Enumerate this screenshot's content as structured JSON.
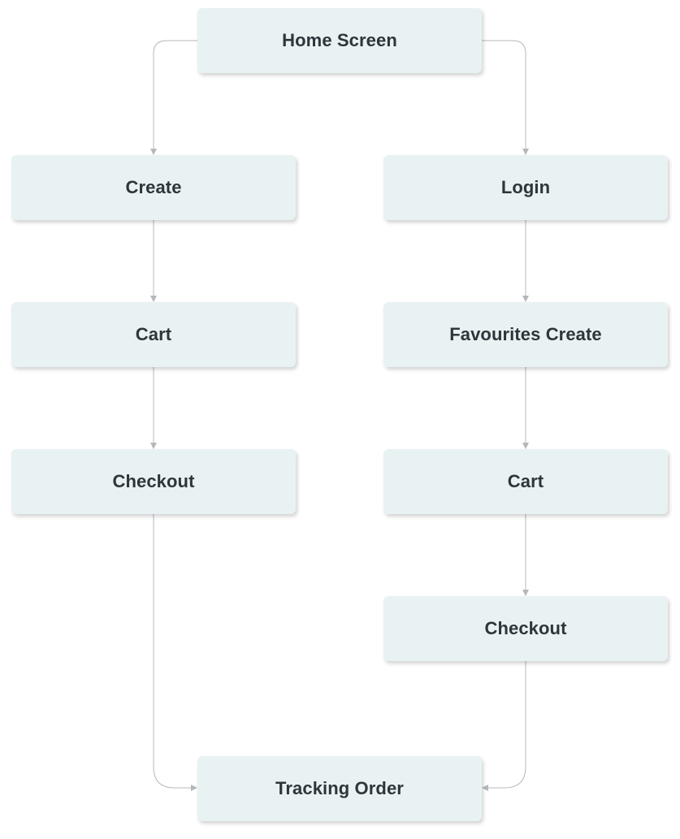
{
  "diagram": {
    "colors": {
      "node_fill": "#e9f2f3",
      "node_text": "#2e353b",
      "connector": "#b4b8bb",
      "background": "#ffffff"
    },
    "nodes": {
      "home": "Home Screen",
      "create": "Create",
      "login": "Login",
      "cart_left": "Cart",
      "favourites_create": "Favourites Create",
      "checkout_left": "Checkout",
      "cart_right": "Cart",
      "checkout_right": "Checkout",
      "tracking_order": "Tracking Order"
    },
    "edges": [
      {
        "from": "home",
        "to": "create"
      },
      {
        "from": "home",
        "to": "login"
      },
      {
        "from": "create",
        "to": "cart_left"
      },
      {
        "from": "cart_left",
        "to": "checkout_left"
      },
      {
        "from": "checkout_left",
        "to": "tracking_order"
      },
      {
        "from": "login",
        "to": "favourites_create"
      },
      {
        "from": "favourites_create",
        "to": "cart_right"
      },
      {
        "from": "cart_right",
        "to": "checkout_right"
      },
      {
        "from": "checkout_right",
        "to": "tracking_order"
      }
    ]
  }
}
